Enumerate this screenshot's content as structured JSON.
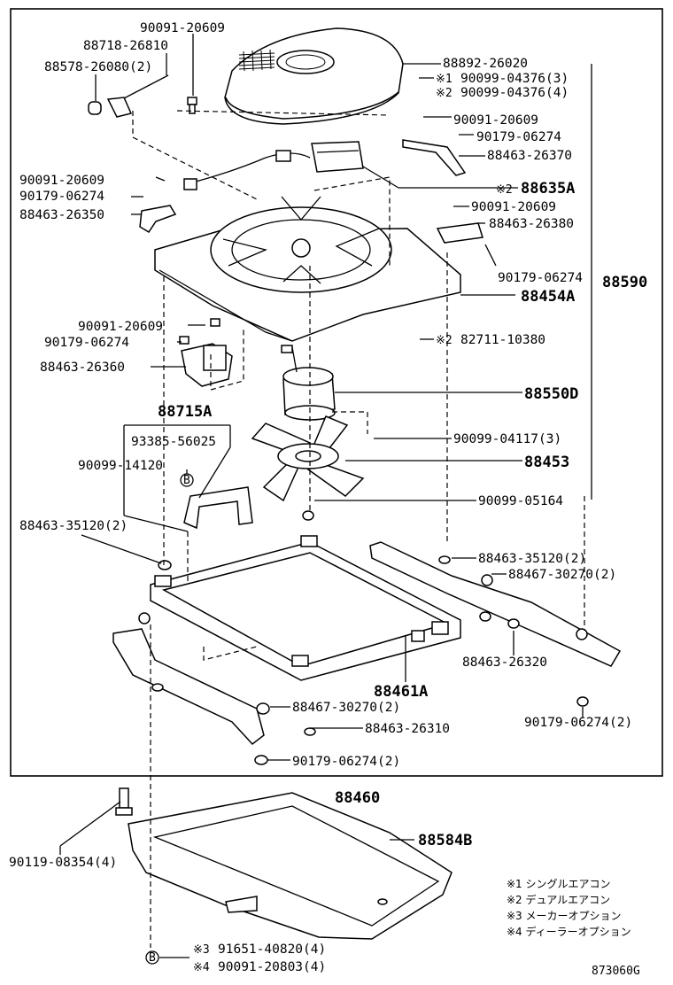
{
  "labels": {
    "p90091_20609_top": "90091-20609",
    "p88718_26810": "88718-26810",
    "p88578_26080": "88578-26080(2)",
    "p88892_26020": "88892-26020",
    "m1": "※1",
    "p90099_04376_3": "90099-04376(3)",
    "m2a": "※2",
    "p90099_04376_4": "90099-04376(4)",
    "p90091_20609_r1": "90091-20609",
    "p90179_06274_r1": "90179-06274",
    "p88463_26370": "88463-26370",
    "p90091_20609_l1": "90091-20609",
    "p90179_06274_l1": "90179-06274",
    "m2b": "※2",
    "p88635A": "88635A",
    "p88463_26350": "88463-26350",
    "p90091_20609_r2": "90091-20609",
    "p88463_26380": "88463-26380",
    "p90179_06274_r2": "90179-06274",
    "p88590": "88590",
    "p88454A": "88454A",
    "p90091_20609_l2": "90091-20609",
    "p90179_06274_l2": "90179-06274",
    "m2c": "※2",
    "p82711_10380": "82711-10380",
    "p88463_26360": "88463-26360",
    "p88550D": "88550D",
    "p88715A": "88715A",
    "p90099_04117": "90099-04117(3)",
    "p93385_56025": "93385-56025",
    "p90099_14120": "90099-14120",
    "p88453": "88453",
    "circleB": "B",
    "p90099_05164": "90099-05164",
    "p88463_35120_l": "88463-35120(2)",
    "p88463_35120_r": "88463-35120(2)",
    "p88467_30270_r": "88467-30270(2)",
    "p88463_26320": "88463-26320",
    "p88461A": "88461A",
    "p90179_06274_2r": "90179-06274(2)",
    "p88467_30270_b": "88467-30270(2)",
    "p88463_26310": "88463-26310",
    "p90179_06274_2b": "90179-06274(2)",
    "p88460": "88460",
    "p90119_08354": "90119-08354(4)",
    "p88584B": "88584B",
    "m3": "※3",
    "p91651_40820": "91651-40820(4)",
    "m4": "※4",
    "p90091_20803": "90091-20803(4)",
    "circleB2": "B",
    "figure_id": "873060G"
  },
  "notes": [
    "※1 シングルエアコン",
    "※2 デュアルエアコン",
    "※3 メーカーオプション",
    "※4 ディーラーオプション"
  ]
}
